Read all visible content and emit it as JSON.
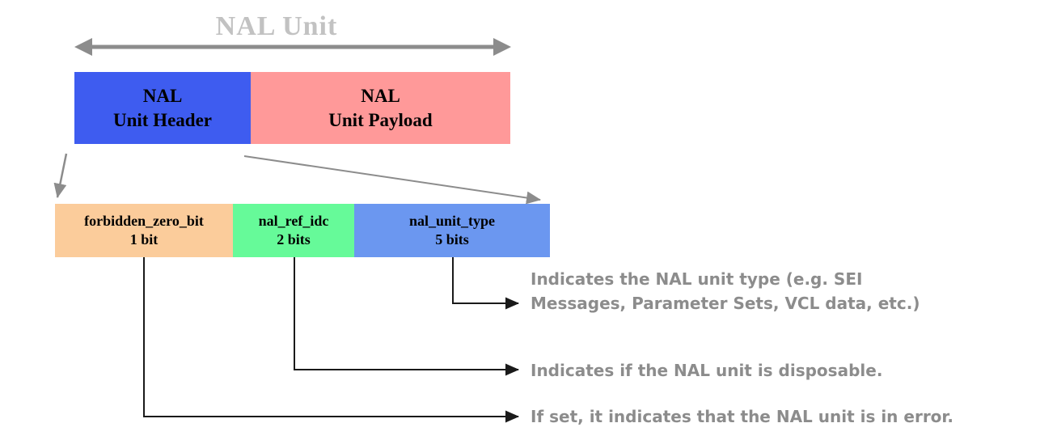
{
  "diagram": {
    "title": "NAL Unit",
    "header_row": {
      "header_box": {
        "line1": "NAL",
        "line2": "Unit Header"
      },
      "payload_box": {
        "line1": "NAL",
        "line2": "Unit Payload"
      }
    },
    "bitfield_row": {
      "fields": [
        {
          "name": "forbidden_zero_bit",
          "size": "1 bit"
        },
        {
          "name": "nal_ref_idc",
          "size": "2 bits"
        },
        {
          "name": "nal_unit_type",
          "size": "5 bits"
        }
      ]
    },
    "annotations": [
      {
        "lines": {
          "0": "Indicates the NAL unit type (e.g. SEI",
          "1": "Messages, Parameter Sets, VCL data, etc.)"
        }
      },
      {
        "lines": {
          "0": "Indicates if the NAL unit is disposable."
        }
      },
      {
        "lines": {
          "0": "If set, it indicates that the NAL unit is in error."
        }
      }
    ],
    "colors": {
      "header_box": "#3e5cf0",
      "payload_box": "#ff9999",
      "field_forbidden_zero_bit": "#fbcc9b",
      "field_nal_ref_idc": "#66fa99",
      "field_nal_unit_type": "#6b97f0",
      "title_gray": "#c2c2c2",
      "arrow_gray": "#8c8c8c",
      "annotation_gray": "#8c8c8c",
      "connector_black": "#1a1a1a"
    }
  }
}
